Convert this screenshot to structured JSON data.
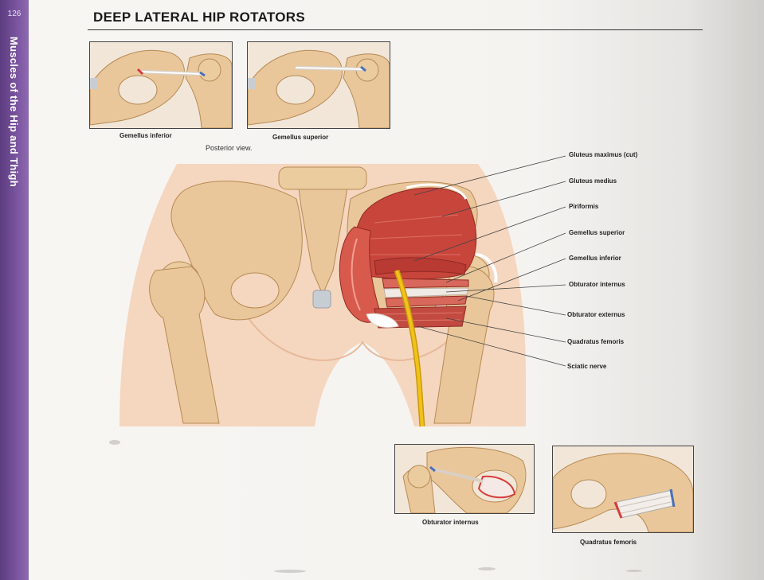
{
  "page": {
    "number": "126",
    "section": "Muscles of the Hip and Thigh"
  },
  "title": "DEEP LATERAL HIP ROTATORS",
  "view_label": "Posterior view.",
  "insets": {
    "gemellus_inferior": "Gemellus inferior",
    "gemellus_superior": "Gemellus superior",
    "obturator_internus": "Obturator internus",
    "quadratus_femoris": "Quadratus femoris"
  },
  "callouts": [
    "Gluteus maximus (cut)",
    "Gluteus medius",
    "Piriformis",
    "Gemellus superior",
    "Gemellus inferior",
    "Obturator internus",
    "Obturator externus",
    "Quadratus femoris",
    "Sciatic nerve"
  ],
  "colors": {
    "bone": "#e9c79a",
    "bone_shadow": "#c99a62",
    "skin": "#f5d6be",
    "muscle": "#c8453c",
    "muscle_light": "#e07a6a",
    "nerve": "#f2c21a",
    "accent_purple": "#6f4a96"
  }
}
